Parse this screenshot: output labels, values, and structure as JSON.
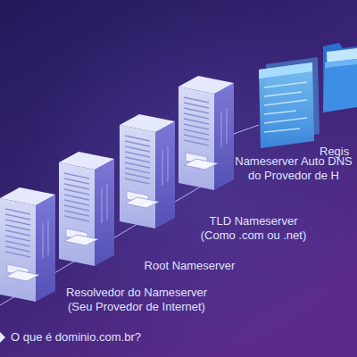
{
  "diagram": {
    "labels": [
      "Regis",
      "Nameserver Auto DNS do Provedor de H",
      "TLD Nameserver (Como .com ou .net)",
      "Root Nameserver",
      "Resolvedor do Nameserver (Seu Provedor de Internet)",
      "O que é dominio.com.br?"
    ]
  }
}
